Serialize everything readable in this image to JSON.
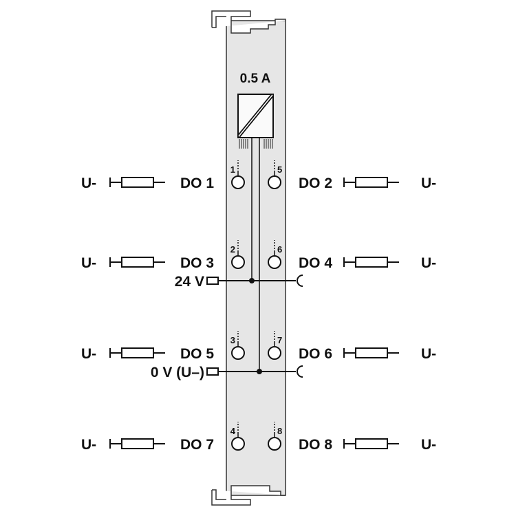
{
  "module": {
    "current_rating": "0.5 A",
    "supply_positive": "24 V",
    "supply_negative": "0 V (U–)"
  },
  "channels": [
    {
      "label": "DO 1",
      "terminal": "1",
      "side": "left",
      "load": "U-"
    },
    {
      "label": "DO 2",
      "terminal": "5",
      "side": "right",
      "load": "U-"
    },
    {
      "label": "DO 3",
      "terminal": "2",
      "side": "left",
      "load": "U-"
    },
    {
      "label": "DO 4",
      "terminal": "6",
      "side": "right",
      "load": "U-"
    },
    {
      "label": "DO 5",
      "terminal": "3",
      "side": "left",
      "load": "U-"
    },
    {
      "label": "DO 6",
      "terminal": "7",
      "side": "right",
      "load": "U-"
    },
    {
      "label": "DO 7",
      "terminal": "4",
      "side": "left",
      "load": "U-"
    },
    {
      "label": "DO 8",
      "terminal": "8",
      "side": "right",
      "load": "U-"
    }
  ],
  "colors": {
    "panel": "#e6e6e6",
    "stroke": "#111111"
  }
}
